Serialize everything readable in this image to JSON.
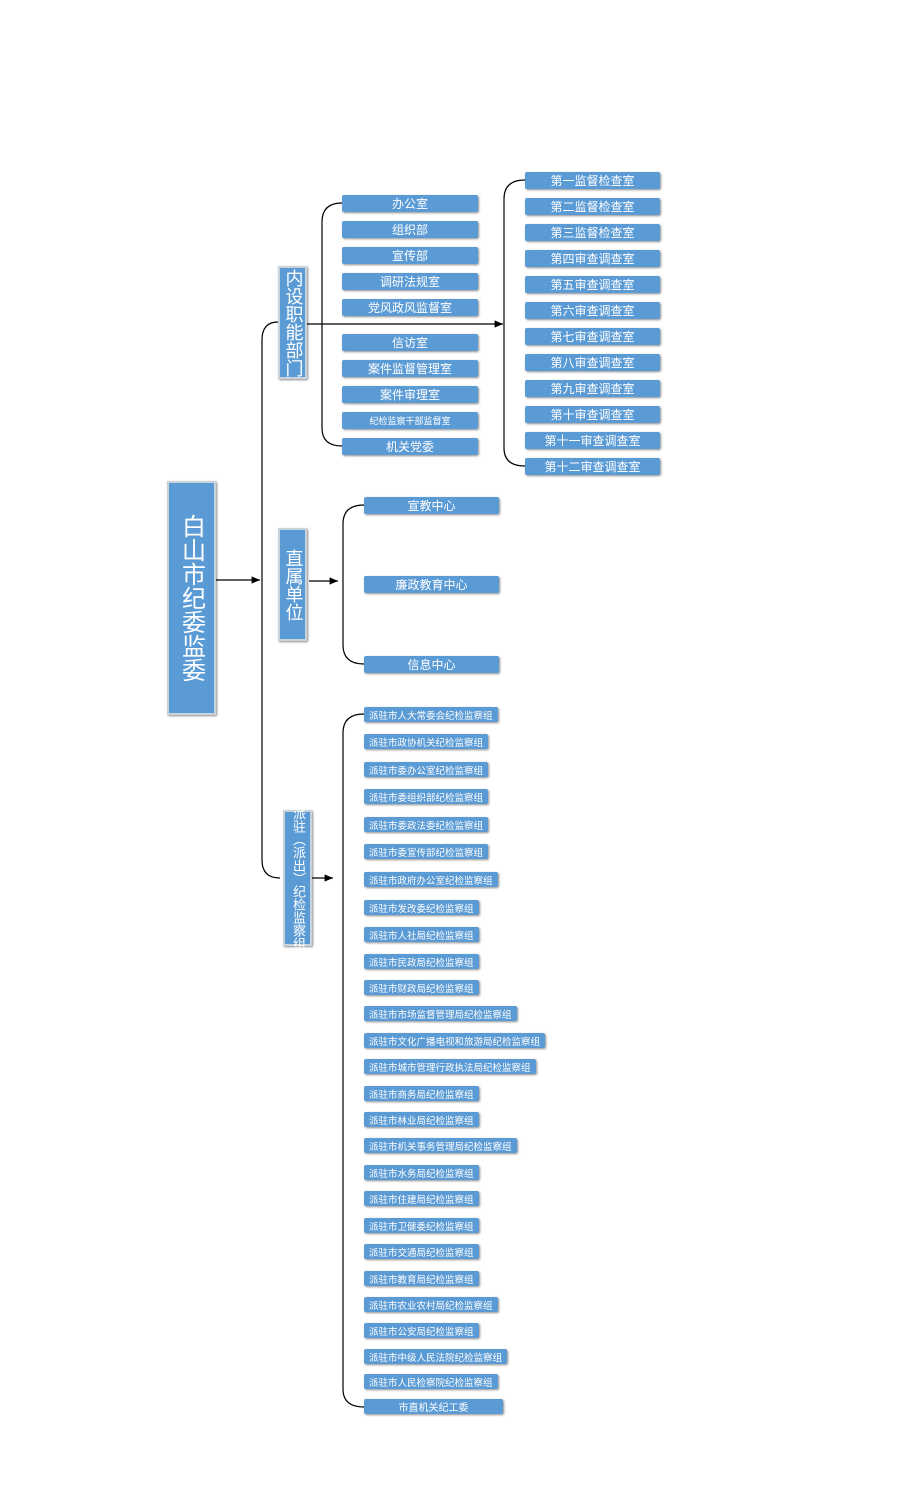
{
  "root": {
    "label": "白山市纪委监委"
  },
  "branches": {
    "inner": {
      "label": "内设职能部门"
    },
    "direct": {
      "label": "直属单位"
    },
    "posted": {
      "label": "派驻（派出）纪检监察组"
    }
  },
  "inner_offices": [
    "办公室",
    "组织部",
    "宣传部",
    "调研法规室",
    "党风政风监督室",
    "信访室",
    "案件监督管理室",
    "案件审理室",
    "纪检监察干部监督室",
    "机关党委"
  ],
  "inner_rooms": [
    "第一监督检查室",
    "第二监督检查室",
    "第三监督检查室",
    "第四审查调查室",
    "第五审查调查室",
    "第六审查调查室",
    "第七审查调查室",
    "第八审查调查室",
    "第九审查调查室",
    "第十审查调查室",
    "第十一审查调查室",
    "第十二审查调查室"
  ],
  "direct_units": [
    "宣教中心",
    "廉政教育中心",
    "信息中心"
  ],
  "posted_groups": [
    "派驻市人大常委会纪检监察组",
    "派驻市政协机关纪检监察组",
    "派驻市委办公室纪检监察组",
    "派驻市委组织部纪检监察组",
    "派驻市委政法委纪检监察组",
    "派驻市委宣传部纪检监察组",
    "派驻市政府办公室纪检监察组",
    "派驻市发改委纪检监察组",
    "派驻市人社局纪检监察组",
    "派驻市民政局纪检监察组",
    "派驻市财政局纪检监察组",
    "派驻市市场监督管理局纪检监察组",
    "派驻市文化广播电视和旅游局纪检监察组",
    "派驻市城市管理行政执法局纪检监察组",
    "派驻市商务局纪检监察组",
    "派驻市林业局纪检监察组",
    "派驻市机关事务管理局纪检监察组",
    "派驻市水务局纪检监察组",
    "派驻市住建局纪检监察组",
    "派驻市卫健委纪检监察组",
    "派驻市交通局纪检监察组",
    "派驻市教育局纪检监察组",
    "派驻市农业农村局纪检监察组",
    "派驻市公安局纪检监察组",
    "派驻市中级人民法院纪检监察组",
    "派驻市人民检察院纪检监察组",
    "市直机关纪工委"
  ],
  "colors": {
    "box": "#5b9bd5",
    "text": "#ffffff",
    "line": "#000000"
  }
}
